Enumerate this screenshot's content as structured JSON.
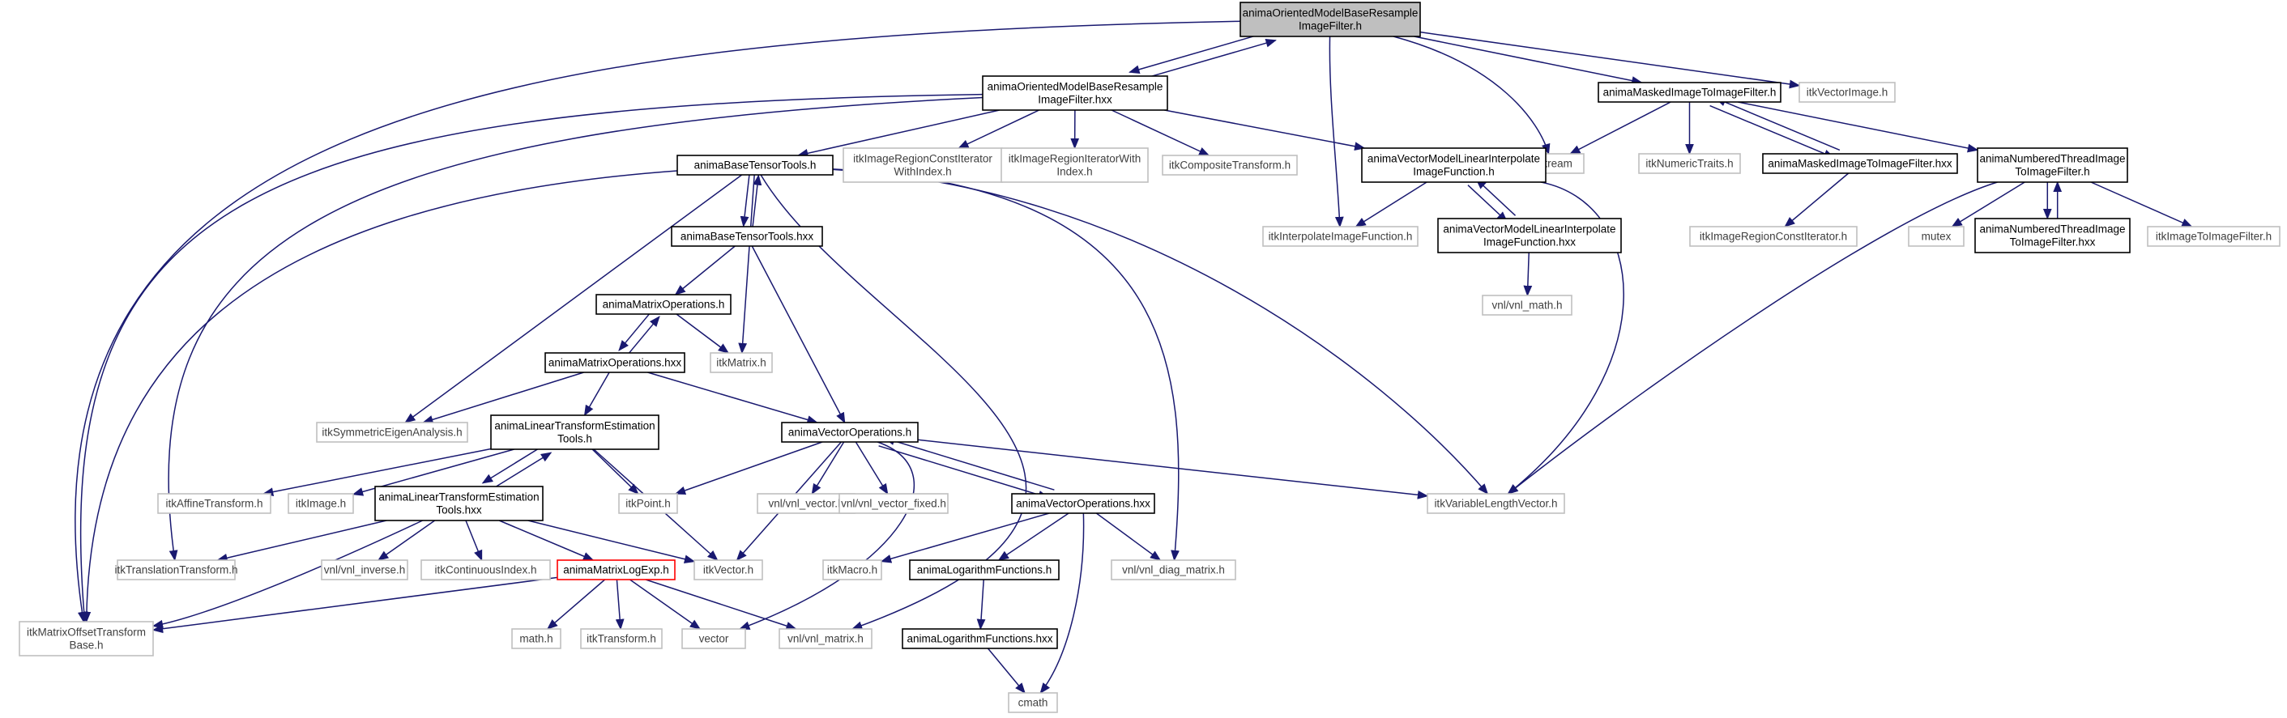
{
  "colors": {
    "edge": "#191970",
    "node_border_local": "#000000",
    "node_border_external": "#bfbfbf",
    "node_border_missing": "#ff0000",
    "node_fill_root": "#bfbfbf",
    "node_fill": "#ffffff",
    "text_local": "#000000",
    "text_external": "#404040"
  },
  "nodes": [
    {
      "id": "root",
      "lines": [
        "animaOrientedModelBaseResample",
        "ImageFilter.h"
      ],
      "kind": "root"
    },
    {
      "id": "root_hxx",
      "lines": [
        "animaOrientedModelBaseResample",
        "ImageFilter.hxx"
      ],
      "kind": "local"
    },
    {
      "id": "masked_h",
      "lines": [
        "animaMaskedImageToImageFilter.h"
      ],
      "kind": "local"
    },
    {
      "id": "itkVectorImage",
      "lines": [
        "itkVectorImage.h"
      ],
      "kind": "external"
    },
    {
      "id": "iostream",
      "lines": [
        "iostream"
      ],
      "kind": "external"
    },
    {
      "id": "itkNumericTraits",
      "lines": [
        "itkNumericTraits.h"
      ],
      "kind": "external"
    },
    {
      "id": "masked_hxx",
      "lines": [
        "animaMaskedImageToImageFilter.hxx"
      ],
      "kind": "local"
    },
    {
      "id": "numbered_h",
      "lines": [
        "animaNumberedThreadImage",
        "ToImageFilter.h"
      ],
      "kind": "local"
    },
    {
      "id": "baseTensor_h",
      "lines": [
        "animaBaseTensorTools.h"
      ],
      "kind": "local"
    },
    {
      "id": "regionConstWithIndex",
      "lines": [
        "itkImageRegionConstIterator",
        "WithIndex.h"
      ],
      "kind": "external"
    },
    {
      "id": "regionWithIndex",
      "lines": [
        "itkImageRegionIteratorWith",
        "Index.h"
      ],
      "kind": "external"
    },
    {
      "id": "itkComposite",
      "lines": [
        "itkCompositeTransform.h"
      ],
      "kind": "external"
    },
    {
      "id": "vmli_h",
      "lines": [
        "animaVectorModelLinearInterpolate",
        "ImageFunction.h"
      ],
      "kind": "local"
    },
    {
      "id": "itkRegionConstIter",
      "lines": [
        "itkImageRegionConstIterator.h"
      ],
      "kind": "external"
    },
    {
      "id": "mutex",
      "lines": [
        "mutex"
      ],
      "kind": "external"
    },
    {
      "id": "numbered_hxx",
      "lines": [
        "animaNumberedThreadImage",
        "ToImageFilter.hxx"
      ],
      "kind": "local"
    },
    {
      "id": "itkImageToImageFilter",
      "lines": [
        "itkImageToImageFilter.h"
      ],
      "kind": "external"
    },
    {
      "id": "itkInterpolate",
      "lines": [
        "itkInterpolateImageFunction.h"
      ],
      "kind": "external"
    },
    {
      "id": "vmli_hxx",
      "lines": [
        "animaVectorModelLinearInterpolate",
        "ImageFunction.hxx"
      ],
      "kind": "local"
    },
    {
      "id": "baseTensor_hxx",
      "lines": [
        "animaBaseTensorTools.hxx"
      ],
      "kind": "local"
    },
    {
      "id": "vnl_math",
      "lines": [
        "vnl/vnl_math.h"
      ],
      "kind": "external"
    },
    {
      "id": "matrixOps_h",
      "lines": [
        "animaMatrixOperations.h"
      ],
      "kind": "local"
    },
    {
      "id": "itkMatrix",
      "lines": [
        "itkMatrix.h"
      ],
      "kind": "external"
    },
    {
      "id": "matrixOps_hxx",
      "lines": [
        "animaMatrixOperations.hxx"
      ],
      "kind": "local"
    },
    {
      "id": "itkSymEigen",
      "lines": [
        "itkSymmetricEigenAnalysis.h"
      ],
      "kind": "external"
    },
    {
      "id": "lte_h",
      "lines": [
        "animaLinearTransformEstimation",
        "Tools.h"
      ],
      "kind": "local"
    },
    {
      "id": "vecOps_h",
      "lines": [
        "animaVectorOperations.h"
      ],
      "kind": "local"
    },
    {
      "id": "itkAffine",
      "lines": [
        "itkAffineTransform.h"
      ],
      "kind": "external"
    },
    {
      "id": "itkImage",
      "lines": [
        "itkImage.h"
      ],
      "kind": "external"
    },
    {
      "id": "lte_hxx",
      "lines": [
        "animaLinearTransformEstimation",
        "Tools.hxx"
      ],
      "kind": "local"
    },
    {
      "id": "itkPoint",
      "lines": [
        "itkPoint.h"
      ],
      "kind": "external"
    },
    {
      "id": "vnl_vector",
      "lines": [
        "vnl/vnl_vector.h"
      ],
      "kind": "external"
    },
    {
      "id": "vnl_vector_fixed",
      "lines": [
        "vnl/vnl_vector_fixed.h"
      ],
      "kind": "external"
    },
    {
      "id": "vecOps_hxx",
      "lines": [
        "animaVectorOperations.hxx"
      ],
      "kind": "local"
    },
    {
      "id": "itkVarLen",
      "lines": [
        "itkVariableLengthVector.h"
      ],
      "kind": "external"
    },
    {
      "id": "itkTranslation",
      "lines": [
        "itkTranslationTransform.h"
      ],
      "kind": "external"
    },
    {
      "id": "vnl_inverse",
      "lines": [
        "vnl/vnl_inverse.h"
      ],
      "kind": "external"
    },
    {
      "id": "itkContIndex",
      "lines": [
        "itkContinuousIndex.h"
      ],
      "kind": "external"
    },
    {
      "id": "matrixLogExp",
      "lines": [
        "animaMatrixLogExp.h"
      ],
      "kind": "missing"
    },
    {
      "id": "itkVector",
      "lines": [
        "itkVector.h"
      ],
      "kind": "external"
    },
    {
      "id": "itkMacro",
      "lines": [
        "itkMacro.h"
      ],
      "kind": "external"
    },
    {
      "id": "logFunc_h",
      "lines": [
        "animaLogarithmFunctions.h"
      ],
      "kind": "local"
    },
    {
      "id": "vnl_diag",
      "lines": [
        "vnl/vnl_diag_matrix.h"
      ],
      "kind": "external"
    },
    {
      "id": "itkMatrixOffset",
      "lines": [
        "itkMatrixOffsetTransform",
        "Base.h"
      ],
      "kind": "external"
    },
    {
      "id": "math_h",
      "lines": [
        "math.h"
      ],
      "kind": "external"
    },
    {
      "id": "itkTransform",
      "lines": [
        "itkTransform.h"
      ],
      "kind": "external"
    },
    {
      "id": "vector",
      "lines": [
        "vector"
      ],
      "kind": "external"
    },
    {
      "id": "vnl_matrix",
      "lines": [
        "vnl/vnl_matrix.h"
      ],
      "kind": "external"
    },
    {
      "id": "logFunc_hxx",
      "lines": [
        "animaLogarithmFunctions.hxx"
      ],
      "kind": "local"
    },
    {
      "id": "cmath",
      "lines": [
        "cmath"
      ],
      "kind": "external"
    }
  ],
  "edges": [
    [
      "root",
      "root_hxx"
    ],
    [
      "root",
      "masked_h"
    ],
    [
      "root",
      "itkVectorImage"
    ],
    [
      "root",
      "iostream"
    ],
    [
      "root",
      "itkInterpolate"
    ],
    [
      "root",
      "itkMatrixOffset"
    ],
    [
      "root_hxx",
      "root"
    ],
    [
      "root_hxx",
      "baseTensor_h"
    ],
    [
      "root_hxx",
      "regionConstWithIndex"
    ],
    [
      "root_hxx",
      "regionWithIndex"
    ],
    [
      "root_hxx",
      "itkComposite"
    ],
    [
      "root_hxx",
      "vmli_h"
    ],
    [
      "root_hxx",
      "itkMatrixOffset"
    ],
    [
      "root_hxx",
      "itkTranslation"
    ],
    [
      "masked_h",
      "iostream"
    ],
    [
      "masked_h",
      "itkNumericTraits"
    ],
    [
      "masked_h",
      "masked_hxx"
    ],
    [
      "masked_h",
      "numbered_h"
    ],
    [
      "masked_hxx",
      "masked_h"
    ],
    [
      "masked_hxx",
      "itkRegionConstIter"
    ],
    [
      "numbered_h",
      "mutex"
    ],
    [
      "numbered_h",
      "numbered_hxx"
    ],
    [
      "numbered_h",
      "itkImageToImageFilter"
    ],
    [
      "numbered_h",
      "itkVarLen"
    ],
    [
      "numbered_hxx",
      "numbered_h"
    ],
    [
      "vmli_h",
      "itkInterpolate"
    ],
    [
      "vmli_h",
      "vmli_hxx"
    ],
    [
      "vmli_h",
      "itkVarLen"
    ],
    [
      "vmli_hxx",
      "vmli_h"
    ],
    [
      "vmli_hxx",
      "vnl_math"
    ],
    [
      "baseTensor_h",
      "baseTensor_hxx"
    ],
    [
      "baseTensor_h",
      "itkMatrix"
    ],
    [
      "baseTensor_h",
      "itkSymEigen"
    ],
    [
      "baseTensor_h",
      "itkVarLen"
    ],
    [
      "baseTensor_h",
      "vnl_diag"
    ],
    [
      "baseTensor_h",
      "vnl_matrix"
    ],
    [
      "baseTensor_h",
      "itkMatrixOffset"
    ],
    [
      "baseTensor_hxx",
      "baseTensor_h"
    ],
    [
      "baseTensor_hxx",
      "matrixOps_h"
    ],
    [
      "baseTensor_hxx",
      "vecOps_h"
    ],
    [
      "matrixOps_h",
      "matrixOps_hxx"
    ],
    [
      "matrixOps_h",
      "itkMatrix"
    ],
    [
      "matrixOps_hxx",
      "matrixOps_h"
    ],
    [
      "matrixOps_hxx",
      "itkSymEigen"
    ],
    [
      "matrixOps_hxx",
      "lte_h"
    ],
    [
      "matrixOps_hxx",
      "vecOps_h"
    ],
    [
      "lte_h",
      "itkAffine"
    ],
    [
      "lte_h",
      "itkImage"
    ],
    [
      "lte_h",
      "lte_hxx"
    ],
    [
      "lte_h",
      "itkPoint"
    ],
    [
      "lte_h",
      "itkVector"
    ],
    [
      "lte_hxx",
      "lte_h"
    ],
    [
      "lte_hxx",
      "itkTranslation"
    ],
    [
      "lte_hxx",
      "vnl_inverse"
    ],
    [
      "lte_hxx",
      "itkContIndex"
    ],
    [
      "lte_hxx",
      "matrixLogExp"
    ],
    [
      "lte_hxx",
      "itkVector"
    ],
    [
      "lte_hxx",
      "itkMatrixOffset"
    ],
    [
      "vecOps_h",
      "itkPoint"
    ],
    [
      "vecOps_h",
      "vnl_vector"
    ],
    [
      "vecOps_h",
      "vnl_vector_fixed"
    ],
    [
      "vecOps_h",
      "vecOps_hxx"
    ],
    [
      "vecOps_h",
      "itkVarLen"
    ],
    [
      "vecOps_h",
      "itkVector"
    ],
    [
      "vecOps_h",
      "vector"
    ],
    [
      "vecOps_hxx",
      "vecOps_h"
    ],
    [
      "vecOps_hxx",
      "itkMacro"
    ],
    [
      "vecOps_hxx",
      "logFunc_h"
    ],
    [
      "vecOps_hxx",
      "vnl_diag"
    ],
    [
      "vecOps_hxx",
      "cmath"
    ],
    [
      "logFunc_h",
      "logFunc_hxx"
    ],
    [
      "logFunc_hxx",
      "cmath"
    ],
    [
      "matrixLogExp",
      "math_h"
    ],
    [
      "matrixLogExp",
      "itkTransform"
    ],
    [
      "matrixLogExp",
      "vector"
    ],
    [
      "matrixLogExp",
      "vnl_matrix"
    ],
    [
      "matrixLogExp",
      "itkMatrixOffset"
    ]
  ]
}
